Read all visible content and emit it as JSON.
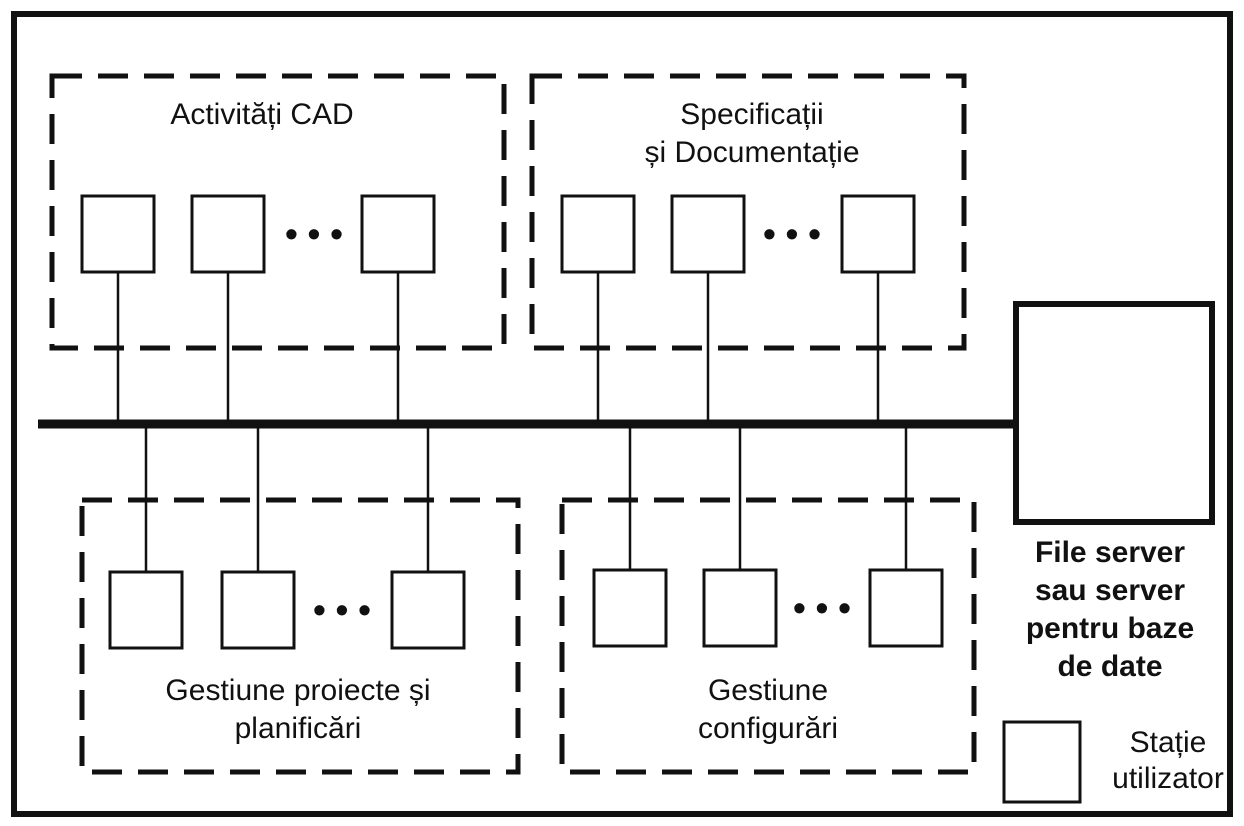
{
  "groups": {
    "cad": {
      "label": "Activități CAD"
    },
    "spec": {
      "label_line1": "Specificații",
      "label_line2": "și Documentație"
    },
    "proiecte": {
      "label_line1": "Gestiune proiecte și",
      "label_line2": "planificări"
    },
    "config": {
      "label_line1": "Gestiune",
      "label_line2": "configurări"
    }
  },
  "ellipsis": "• • •",
  "server": {
    "label_lines": [
      "File server",
      "sau server",
      "pentru baze",
      "de date"
    ]
  },
  "legend": {
    "line1": "Stație",
    "line2": "utilizator"
  }
}
